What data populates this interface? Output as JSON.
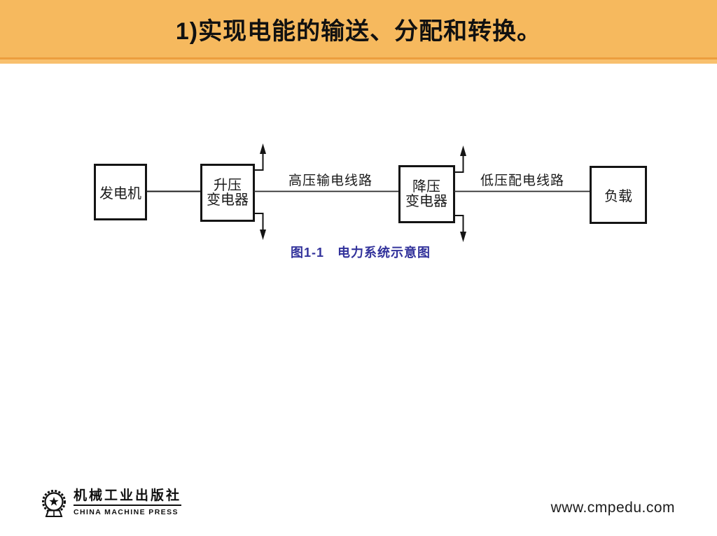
{
  "slide": {
    "header": {
      "title": "1)实现电能的输送、分配和转换。",
      "bg_color": "#F6B95E",
      "stripe_color": "#EC9E3E"
    },
    "diagram": {
      "boxes": [
        {
          "id": "generator",
          "lines": [
            "发电机"
          ]
        },
        {
          "id": "step-up-transformer",
          "lines": [
            "升压",
            "变电器"
          ]
        },
        {
          "id": "step-down-transformer",
          "lines": [
            "降压",
            "变电器"
          ]
        },
        {
          "id": "load",
          "lines": [
            "负载"
          ]
        }
      ],
      "high_voltage_line_label": "高压输电线路",
      "low_voltage_line_label": "低压配电线路",
      "caption": "图1-1　电力系统示意图",
      "caption_color": "#32329B",
      "icons": [
        "up-arrow-icon",
        "down-arrow-icon"
      ]
    },
    "footer": {
      "publisher_cn": "机械工业出版社",
      "publisher_en": "CHINA MACHINE PRESS",
      "website": "www.cmpedu.com",
      "logo_icons": [
        "gear-icon",
        "star-icon",
        "book-icon"
      ]
    }
  }
}
